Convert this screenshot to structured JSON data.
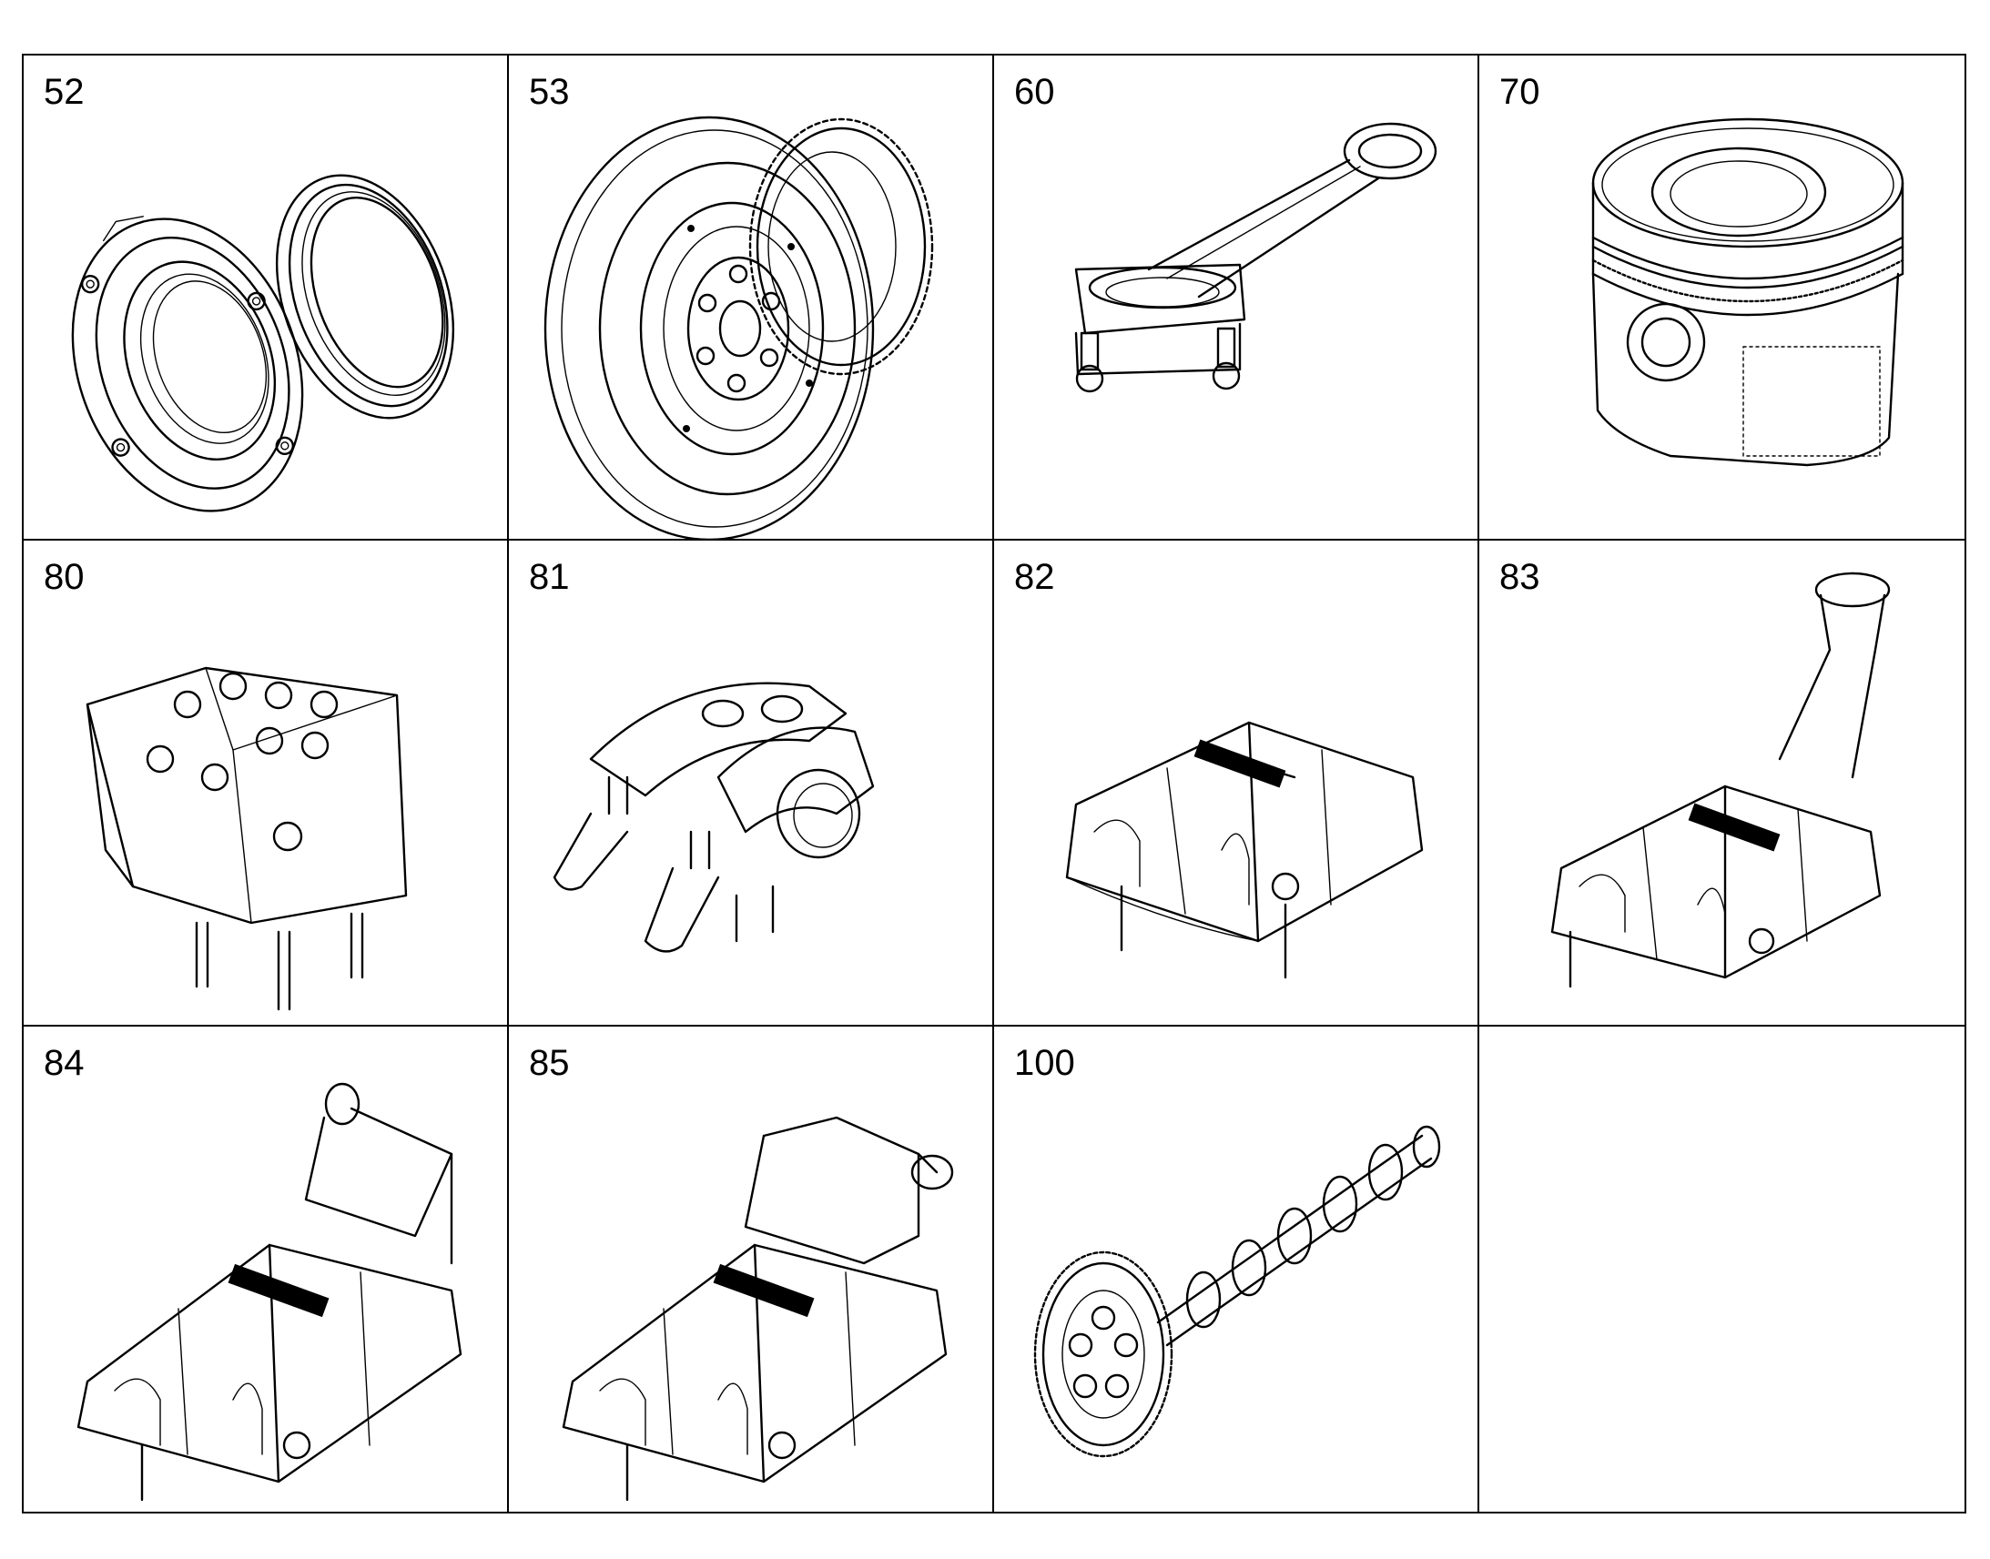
{
  "parts": [
    {
      "number": "52",
      "icon": "seal-flange-icon"
    },
    {
      "number": "53",
      "icon": "vibration-damper-gear-icon"
    },
    {
      "number": "60",
      "icon": "connecting-rod-icon"
    },
    {
      "number": "70",
      "icon": "piston-icon"
    },
    {
      "number": "80",
      "icon": "cylinder-head-icon"
    },
    {
      "number": "81",
      "icon": "rocker-arm-icon"
    },
    {
      "number": "82",
      "icon": "valve-cover-icon"
    },
    {
      "number": "83",
      "icon": "valve-cover-with-filler-neck-icon"
    },
    {
      "number": "84",
      "icon": "valve-cover-with-breather-left-icon"
    },
    {
      "number": "85",
      "icon": "valve-cover-with-breather-right-icon"
    },
    {
      "number": "100",
      "icon": "camshaft-icon"
    },
    {
      "number": "",
      "icon": ""
    }
  ]
}
